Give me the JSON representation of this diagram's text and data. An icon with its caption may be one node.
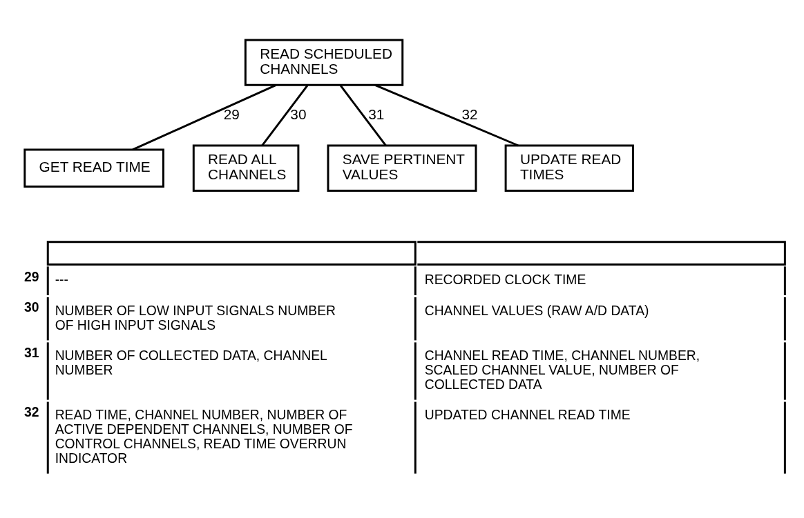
{
  "diagram": {
    "nodes": [
      {
        "text": [
          "READ SCHEDULED CHANNELS"
        ]
      },
      {
        "text": [
          "GET READ TIME"
        ]
      },
      {
        "text": [
          "READ ALL CHANNELS"
        ]
      },
      {
        "text": [
          "SAVE PERTINENT VALUES"
        ]
      },
      {
        "text": [
          "UPDATE READ TIMES"
        ]
      }
    ],
    "edges": [
      {
        "from": 0,
        "to": 1,
        "arrow": "none",
        "label": "29"
      },
      {
        "from": 0,
        "to": 2,
        "arrow": "none",
        "label": "30"
      },
      {
        "from": 0,
        "to": 3,
        "arrow": "none",
        "label": "31"
      },
      {
        "from": 0,
        "to": 4,
        "arrow": "none",
        "label": "32"
      }
    ],
    "labels": [
      "29",
      "---",
      "RECORDED CLOCK TIME",
      "30",
      "NUMBER OF LOW INPUT SIGNALS NUMBER OF HIGH INPUT SIGNALS",
      "CHANNEL VALUES (RAW A/D DATA)",
      "31",
      "NUMBER OF COLLECTED DATA, CHANNEL NUMBER",
      "CHANNEL READ TIME, CHANNEL NUMBER, SCALED CHANNEL VALUE, NUMBER OF COLLECTED DATA",
      "32",
      "READ TIME, CHANNEL NUMBER, NUMBER OF ACTIVE DEPENDENT CHANNELS, NUMBER OF CONTROL CHANNELS, READ TIME OVERRUN INDICATOR",
      "UPDATED CHANNEL READ TIME"
    ]
  }
}
